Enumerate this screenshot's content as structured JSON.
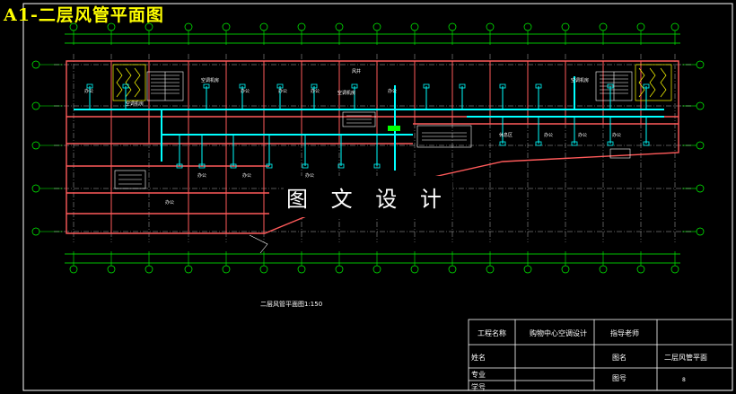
{
  "drawing": {
    "title": "A1-二层风管平面图",
    "caption": "二层风管平面图1:150",
    "watermark": "图 文 设 计"
  },
  "title_block": {
    "project_label": "工程名称",
    "project_value": "购物中心空调设计",
    "advisor_label": "指导老师",
    "name_label": "姓名",
    "drawing_name_label": "图名",
    "drawing_name_value": "二层风管平面",
    "major_label": "专业",
    "drawing_no_label": "图号",
    "drawing_no_value": "8",
    "student_no_label": "学号"
  },
  "rooms": {
    "office_a": "办公",
    "mech_left": "空调机房",
    "office_b": "办公",
    "office_c": "办公",
    "office_d": "办公",
    "shaft": "风井",
    "duct_room_1": "空调机房",
    "duct_room_2": "空调机房",
    "office_e": "办公",
    "mech_right": "空调机房",
    "rest_area": "休息区",
    "office_f": "办公",
    "office_g": "办公",
    "office_h": "办公",
    "office_i": "办公",
    "office_j": "办公",
    "office_k": "办公",
    "office_l": "办公"
  },
  "colors": {
    "background": "#000000",
    "wall": "#ff5a5a",
    "grid": "#ffffff",
    "dimension": "#00ff00",
    "duct": "#00ffff",
    "title": "#ffff00"
  }
}
